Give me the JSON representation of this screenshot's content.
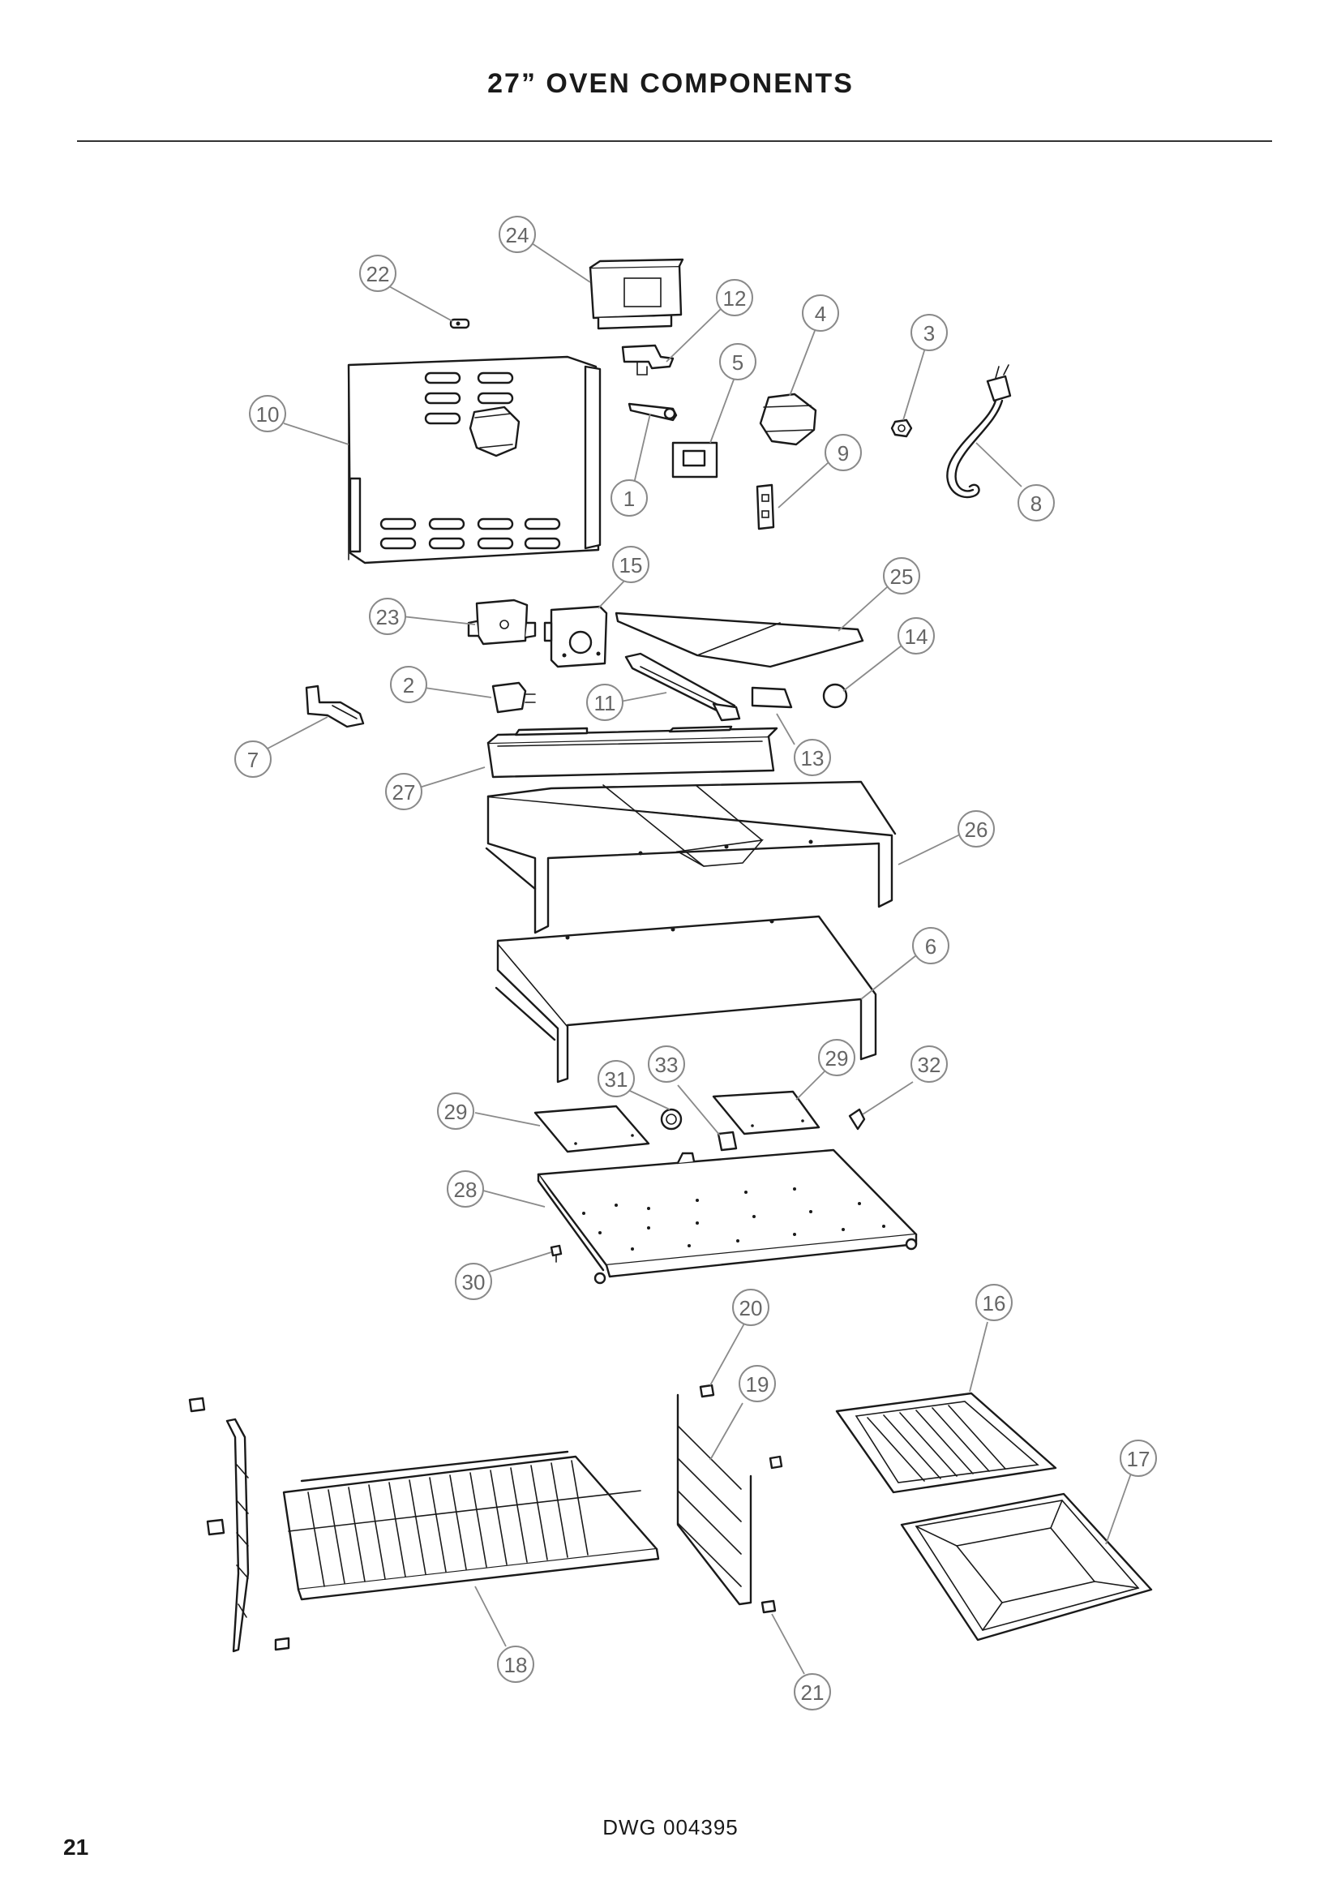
{
  "page": {
    "title": "27” OVEN COMPONENTS",
    "drawing_number": "DWG 004395",
    "page_number": "21"
  },
  "callouts": [
    "1",
    "2",
    "3",
    "4",
    "5",
    "6",
    "7",
    "8",
    "9",
    "10",
    "11",
    "12",
    "13",
    "14",
    "15",
    "16",
    "17",
    "18",
    "19",
    "20",
    "21",
    "22",
    "23",
    "24",
    "25",
    "26",
    "27",
    "28",
    "29",
    "29",
    "30",
    "31",
    "32",
    "33"
  ]
}
